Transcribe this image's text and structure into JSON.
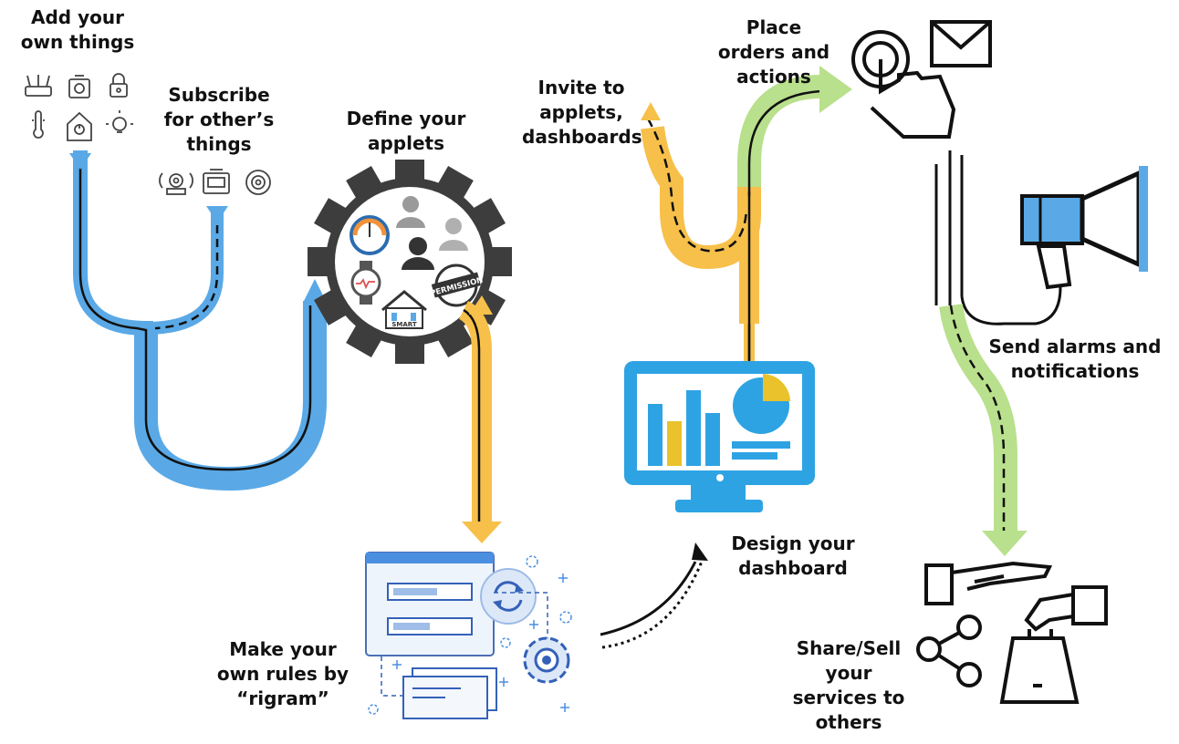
{
  "labels": {
    "add_things": "Add your\nown things",
    "subscribe": "Subscribe\nfor other’s\nthings",
    "define_applets": "Define your\napplets",
    "invite": "Invite to\napplets,\ndashboards",
    "place_orders": "Place\norders and\nactions",
    "send_alarms": "Send alarms and\nnotifications",
    "design_dashboard": "Design your\ndashboard",
    "make_rules": "Make your\nown rules by\n“rigram”",
    "share_sell": "Share/Sell\nyour\nservices to\nothers"
  },
  "gear_badges": {
    "permission": "PERMISSION",
    "smart": "SMART"
  },
  "colors": {
    "blue": "#5aa9e6",
    "orange": "#f7c04a",
    "green": "#b9e08c",
    "dark_gear": "#3d3d3d",
    "monitor_blue": "#2ea3e3",
    "monitor_yellow": "#e9c22c"
  }
}
